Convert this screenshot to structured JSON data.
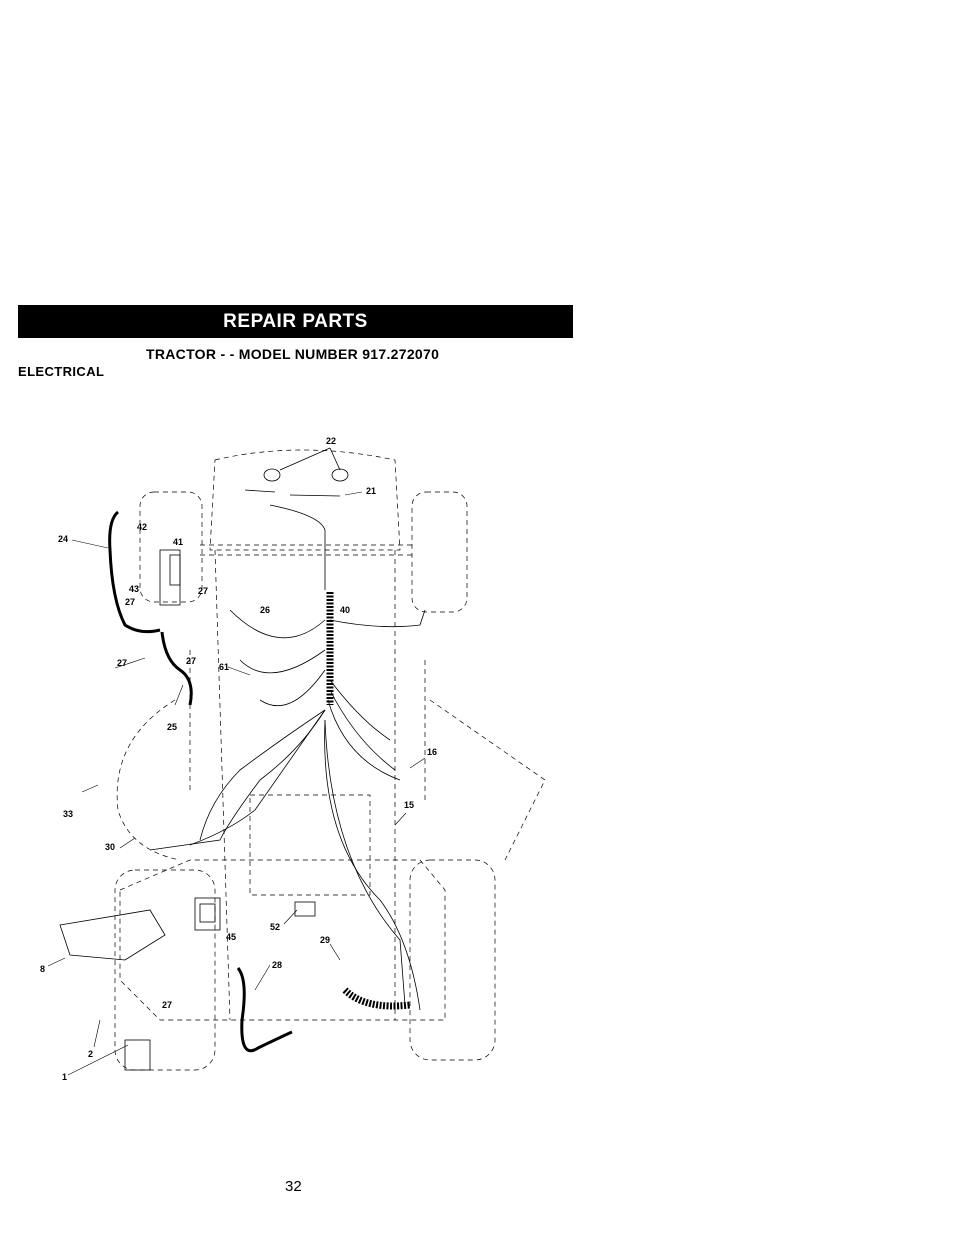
{
  "header": {
    "banner": "REPAIR PARTS",
    "subtitle": "TRACTOR - - MODEL NUMBER 917.272070"
  },
  "section_label": "ELECTRICAL",
  "diagram": {
    "callouts": [
      "22",
      "21",
      "24",
      "42",
      "41",
      "43",
      "27",
      "26",
      "40",
      "61",
      "25",
      "16",
      "15",
      "33",
      "30",
      "45",
      "52",
      "29",
      "28",
      "8",
      "2",
      "1"
    ]
  },
  "footer": {
    "page_number": "32"
  }
}
